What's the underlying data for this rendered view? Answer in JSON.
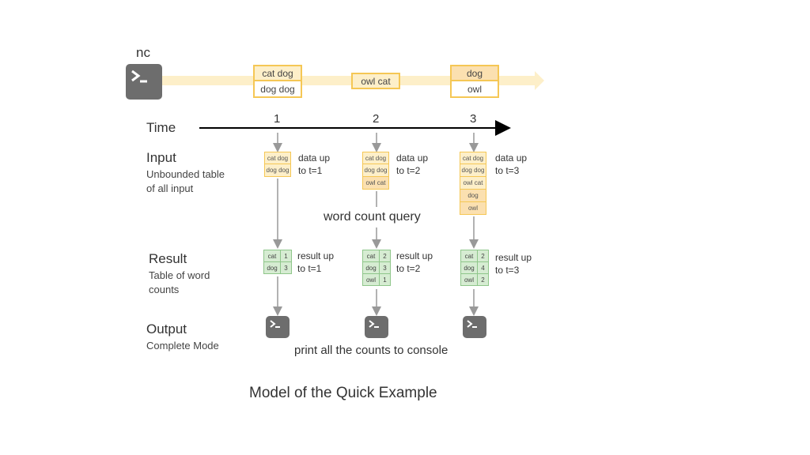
{
  "source_label": "nc",
  "stream_blocks": [
    {
      "lines": [
        "cat dog",
        "dog dog"
      ]
    },
    {
      "lines": [
        "owl cat"
      ]
    },
    {
      "lines": [
        "dog",
        "owl"
      ]
    }
  ],
  "time": {
    "label": "Time",
    "ticks": [
      "1",
      "2",
      "3"
    ]
  },
  "rows": {
    "input": {
      "title": "Input",
      "subtitle": "Unbounded table of all input"
    },
    "result": {
      "title": "Result",
      "subtitle": "Table of word counts"
    },
    "output": {
      "title": "Output",
      "subtitle": "Complete Mode"
    }
  },
  "steps": [
    {
      "input_rows": [
        "cat dog",
        "dog dog"
      ],
      "input_note": [
        "data up",
        "to t=1"
      ],
      "result_rows": [
        {
          "word": "cat",
          "count": "1"
        },
        {
          "word": "dog",
          "count": "3"
        }
      ],
      "result_note": [
        "result up",
        "to t=1"
      ]
    },
    {
      "input_rows": [
        "cat dog",
        "dog dog",
        "owl cat"
      ],
      "input_note": [
        "data up",
        "to t=2"
      ],
      "result_rows": [
        {
          "word": "cat",
          "count": "2"
        },
        {
          "word": "dog",
          "count": "3"
        },
        {
          "word": "owl",
          "count": "1"
        }
      ],
      "result_note": [
        "result up",
        "to t=2"
      ]
    },
    {
      "input_rows": [
        "cat dog",
        "dog dog",
        "owl cat",
        "dog",
        "owl"
      ],
      "input_note": [
        "data up",
        "to t=3"
      ],
      "result_rows": [
        {
          "word": "cat",
          "count": "2"
        },
        {
          "word": "dog",
          "count": "4"
        },
        {
          "word": "owl",
          "count": "2"
        }
      ],
      "result_note": [
        "result up",
        "to t=3"
      ]
    }
  ],
  "query_label": "word count query",
  "output_label": "print all the counts to console",
  "caption": "Model of the Quick Example",
  "colors": {
    "stream": "#fdefc9",
    "input_border": "#f5c755",
    "result_fill": "#d6ecd2",
    "result_border": "#8fc68a",
    "terminal": "#6d6d6d"
  },
  "icons": [
    "terminal-icon"
  ]
}
